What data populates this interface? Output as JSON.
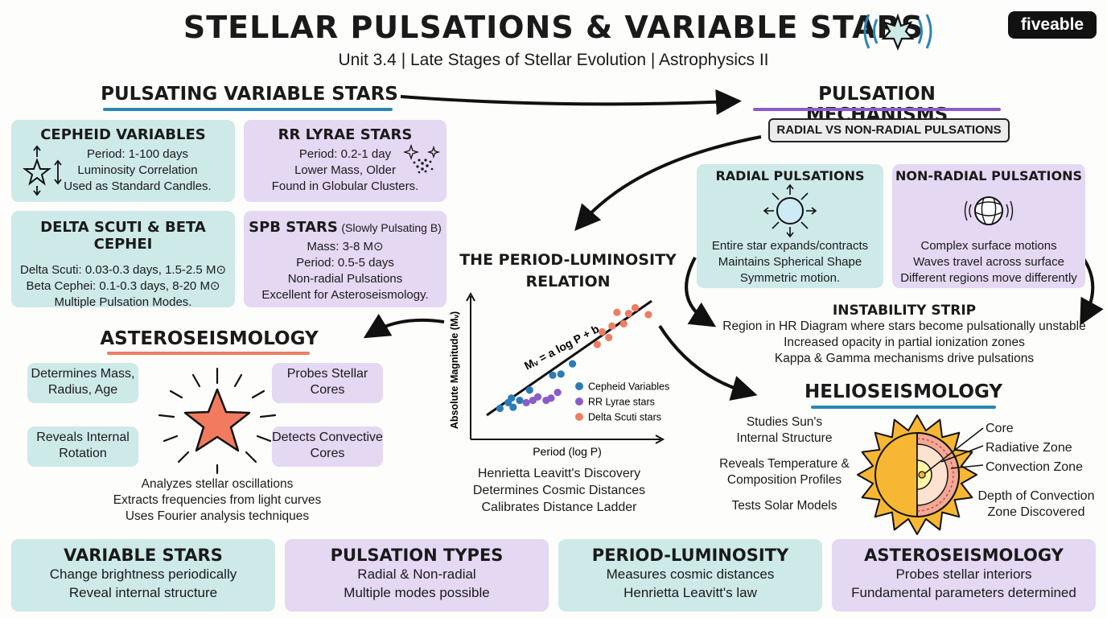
{
  "header": {
    "title": "STELLAR PULSATIONS & VARIABLE STARS",
    "subtitle": "Unit 3.4 | Late Stages of Stellar Evolution | Astrophysics II",
    "logo": "fiveable"
  },
  "pulsating": {
    "heading": "PULSATING VARIABLE STARS",
    "cepheid": {
      "title": "CEPHEID VARIABLES",
      "lines": [
        "Period: 1-100 days",
        "Luminosity Correlation",
        "Used as Standard Candles."
      ]
    },
    "rrlyrae": {
      "title": "RR LYRAE STARS",
      "lines": [
        "Period: 0.2-1 day",
        "Lower Mass, Older",
        "Found in Globular Clusters."
      ]
    },
    "delta": {
      "title": "DELTA SCUTI & BETA CEPHEI",
      "lines": [
        "Delta Scuti: 0.03-0.3 days, 1.5-2.5 M⊙",
        "Beta Cephei: 0.1-0.3 days, 8-20 M⊙",
        "Multiple Pulsation Modes."
      ]
    },
    "spb": {
      "title": "SPB STARS",
      "title_note": "(Slowly Pulsating B)",
      "lines": [
        "Mass: 3-8 M⊙",
        "Period: 0.5-5 days",
        "Non-radial Pulsations",
        "Excellent for Asteroseismology."
      ]
    }
  },
  "mechanisms": {
    "heading": "PULSATION MECHANISMS",
    "versus": "RADIAL VS NON-RADIAL PULSATIONS",
    "radial": {
      "title": "RADIAL PULSATIONS",
      "lines": [
        "Entire star expands/contracts",
        "Maintains Spherical Shape",
        "Symmetric motion."
      ]
    },
    "nonradial": {
      "title": "NON-RADIAL PULSATIONS",
      "lines": [
        "Complex surface motions",
        "Waves travel across surface",
        "Different regions move differently"
      ]
    },
    "strip": {
      "title": "INSTABILITY STRIP",
      "lines": [
        "Region in HR Diagram where stars become pulsationally unstable",
        "Increased opacity in partial ionization zones",
        "Kappa & Gamma mechanisms drive pulsations"
      ]
    }
  },
  "plr": {
    "title_line1": "THE PERIOD-LUMINOSITY",
    "title_line2": "RELATION",
    "equation": "Mᵥ = a log P + b",
    "lines": [
      "Henrietta Leavitt's Discovery",
      "Determines Cosmic Distances",
      "Calibrates Distance Ladder"
    ]
  },
  "chart_data": {
    "type": "scatter",
    "xlabel": "Period (log P)",
    "ylabel": "Absolute Magnitude (Mᵥ)",
    "grid": false,
    "legend_position": "right",
    "fit_line": {
      "x": [
        0,
        1
      ],
      "y": [
        0,
        1
      ]
    },
    "series": [
      {
        "name": "Cepheid Variables",
        "color": "#2b7bb9",
        "points": [
          [
            0.08,
            0.06
          ],
          [
            0.13,
            0.11
          ],
          [
            0.15,
            0.15
          ],
          [
            0.16,
            0.07
          ],
          [
            0.2,
            0.13
          ],
          [
            0.26,
            0.22
          ],
          [
            0.4,
            0.35
          ],
          [
            0.45,
            0.36
          ],
          [
            0.52,
            0.45
          ]
        ]
      },
      {
        "name": "RR Lyrae stars",
        "color": "#8a5cc9",
        "points": [
          [
            0.24,
            0.11
          ],
          [
            0.28,
            0.13
          ],
          [
            0.31,
            0.16
          ],
          [
            0.36,
            0.13
          ],
          [
            0.39,
            0.15
          ],
          [
            0.43,
            0.2
          ]
        ]
      },
      {
        "name": "Delta Scuti stars",
        "color": "#ec7e64",
        "points": [
          [
            0.67,
            0.62
          ],
          [
            0.7,
            0.73
          ],
          [
            0.74,
            0.68
          ],
          [
            0.76,
            0.78
          ],
          [
            0.79,
            0.9
          ],
          [
            0.83,
            0.8
          ],
          [
            0.86,
            0.89
          ],
          [
            0.9,
            0.94
          ],
          [
            0.98,
            0.88
          ]
        ]
      }
    ]
  },
  "astero": {
    "heading": "ASTEROSEISMOLOGY",
    "boxes": [
      "Determines Mass, Radius, Age",
      "Probes Stellar Cores",
      "Reveals Internal Rotation",
      "Detects Convective Cores"
    ],
    "lines": [
      "Analyzes stellar oscillations",
      "Extracts frequencies from light curves",
      "Uses Fourier analysis techniques"
    ]
  },
  "helio": {
    "heading": "HELIOSEISMOLOGY",
    "items": [
      "Studies Sun's Internal Structure",
      "Reveals Temperature & Composition Profiles",
      "Tests Solar Models"
    ],
    "labels": [
      "Core",
      "Radiative Zone",
      "Convection Zone"
    ],
    "note": "Depth of Convection Zone Discovered"
  },
  "footer": [
    {
      "title": "VARIABLE STARS",
      "lines": [
        "Change brightness periodically",
        "Reveal internal structure"
      ]
    },
    {
      "title": "PULSATION TYPES",
      "lines": [
        "Radial & Non-radial",
        "Multiple modes possible"
      ]
    },
    {
      "title": "PERIOD-LUMINOSITY",
      "lines": [
        "Measures cosmic distances",
        "Henrietta Leavitt's law"
      ]
    },
    {
      "title": "ASTEROSEISMOLOGY",
      "lines": [
        "Probes stellar interiors",
        "Fundamental parameters determined"
      ]
    }
  ],
  "colors": {
    "teal": "#cdeae8",
    "purple": "#e4d8f3",
    "underline_blue": "#2a86b6",
    "underline_purple": "#8a5cc9",
    "underline_red": "#ec7e64",
    "star": "#f27a5e",
    "sun": "#f7b733"
  }
}
